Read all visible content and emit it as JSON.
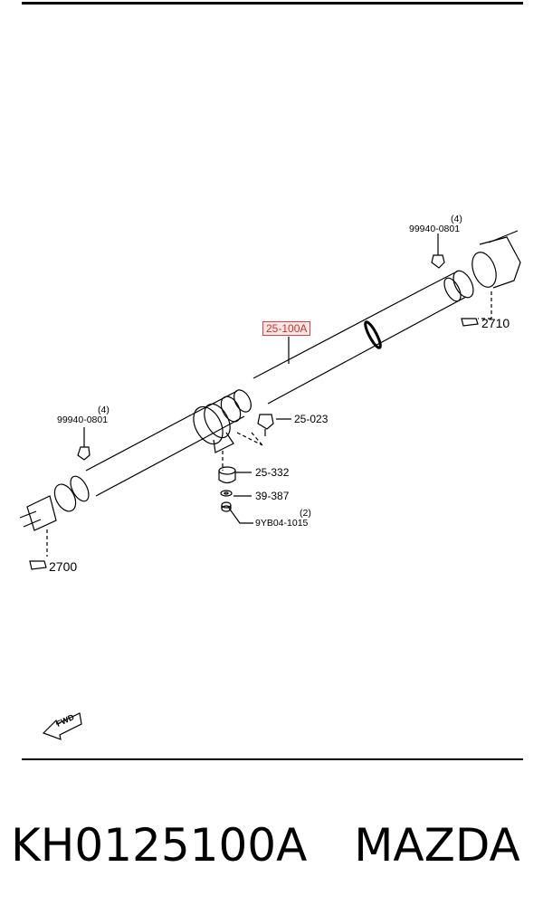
{
  "labels": {
    "main_shaft": "25-100A",
    "top_bolt": "99940-0801",
    "top_bolt_qty": "(4)",
    "left_bolt": "99940-0801",
    "left_bolt_qty": "(4)",
    "support_bolt": "25-023",
    "rubber": "25-332",
    "washer": "39-387",
    "nut": "9YB04-1015",
    "nut_qty": "(2)",
    "ref_rear": "2710",
    "ref_front": "2700",
    "fwd": "FWD"
  },
  "footer": {
    "part_number": "KH0125100A",
    "brand": "MAZDA"
  },
  "colors": {
    "highlight_border": "#e0403a",
    "highlight_text": "#d0302a"
  }
}
